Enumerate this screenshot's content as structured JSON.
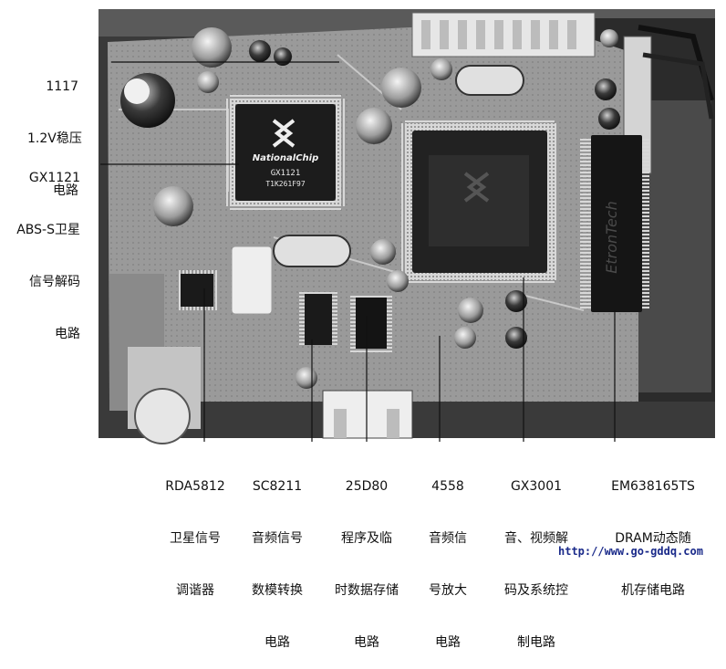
{
  "board": {
    "main_chip_brand": "NationalChip",
    "main_chip_model": "GX1121",
    "main_chip_code": "T1K261F97"
  },
  "labels_left": [
    {
      "id": "ldo-1117",
      "lines": [
        "1117",
        "1.2V稳压",
        "电路"
      ]
    },
    {
      "id": "gx1121",
      "lines": [
        "GX1121",
        "ABS-S卫星",
        "信号解码",
        "电路"
      ]
    }
  ],
  "labels_bottom": [
    {
      "id": "rda5812",
      "lines": [
        "RDA5812",
        "卫星信号",
        "调谐器"
      ]
    },
    {
      "id": "sc8211",
      "lines": [
        "SC8211",
        "音频信号",
        "数模转换",
        "电路"
      ]
    },
    {
      "id": "25d80",
      "lines": [
        "25D80",
        "程序及临",
        "时数据存储",
        "电路"
      ]
    },
    {
      "id": "4558",
      "lines": [
        "4558",
        "音频信",
        "号放大",
        "电路"
      ]
    },
    {
      "id": "gx3001",
      "lines": [
        "GX3001",
        "音、视频解",
        "码及系统控",
        "制电路"
      ]
    },
    {
      "id": "em638165ts",
      "lines": [
        "EM638165TS",
        "DRAM动态随",
        "机存储电路"
      ]
    }
  ],
  "footer": {
    "url": "http://www.go-gddq.com"
  },
  "colors": {
    "pcb": "#9a9a9a",
    "chip": "#1c1c1c",
    "line": "#111111"
  }
}
